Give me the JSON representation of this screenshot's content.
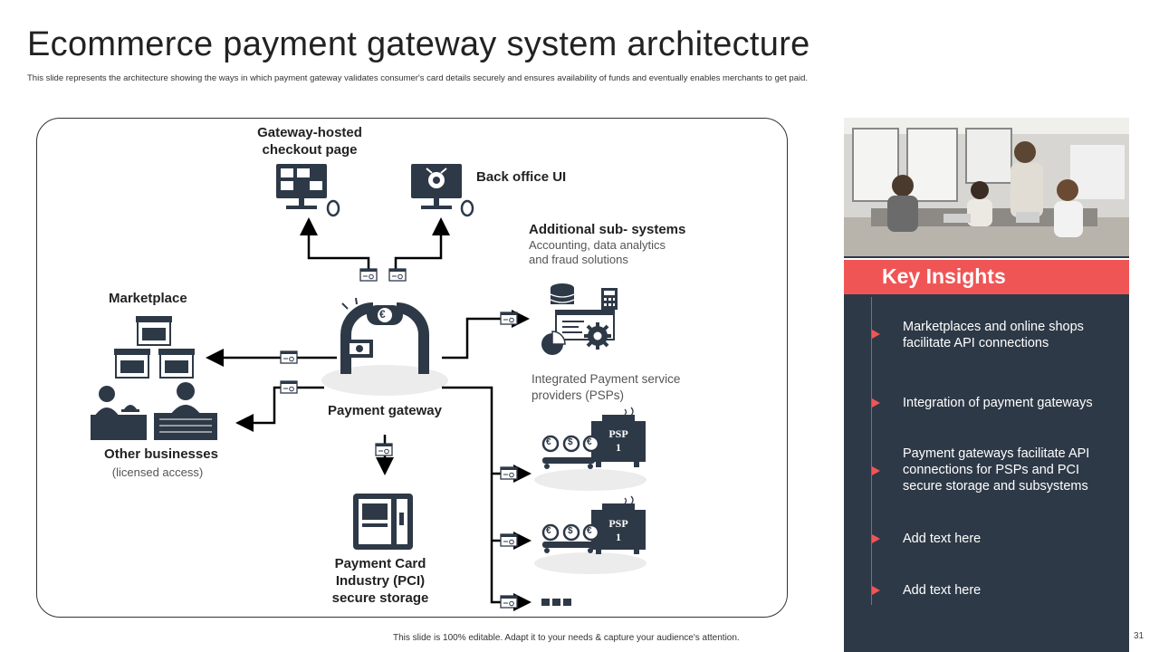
{
  "slide": {
    "title": "Ecommerce payment gateway system architecture",
    "subtitle": "This slide represents the architecture showing the ways in which payment gateway validates consumer's card details securely and ensures availability of funds and eventually enables merchants to get paid.",
    "footer": "This slide is 100% editable. Adapt it to your needs & capture your audience's attention.",
    "page_number": "31"
  },
  "diagram": {
    "gateway_hosted": "Gateway-hosted checkout page",
    "back_office": "Back office UI",
    "additional_title": "Additional sub- systems",
    "additional_desc": "Accounting, data analytics and fraud solutions",
    "marketplace": "Marketplace",
    "payment_gateway": "Payment gateway",
    "gateway_symbol": "€",
    "other_businesses": "Other businesses",
    "licensed_access": "(licensed access)",
    "integrated_psp": "Integrated Payment service providers (PSPs)",
    "psp_label": "PSP",
    "psp_1": "1",
    "psp_2": "1",
    "pci_storage": "Payment Card Industry (PCI) secure storage",
    "coin_symbols": [
      "€",
      "$",
      "€"
    ]
  },
  "insights": {
    "title": "Key Insights",
    "items": [
      "Marketplaces and online shops facilitate API connections",
      "Integration of payment gateways",
      "Payment gateways facilitate API connections for PSPs and PCI secure storage and subsystems",
      "Add text here",
      "Add text here"
    ]
  },
  "colors": {
    "panel_dark": "#2e3947",
    "accent_red": "#f05556",
    "icon_dark": "#2e3947",
    "wire": "#000000"
  }
}
